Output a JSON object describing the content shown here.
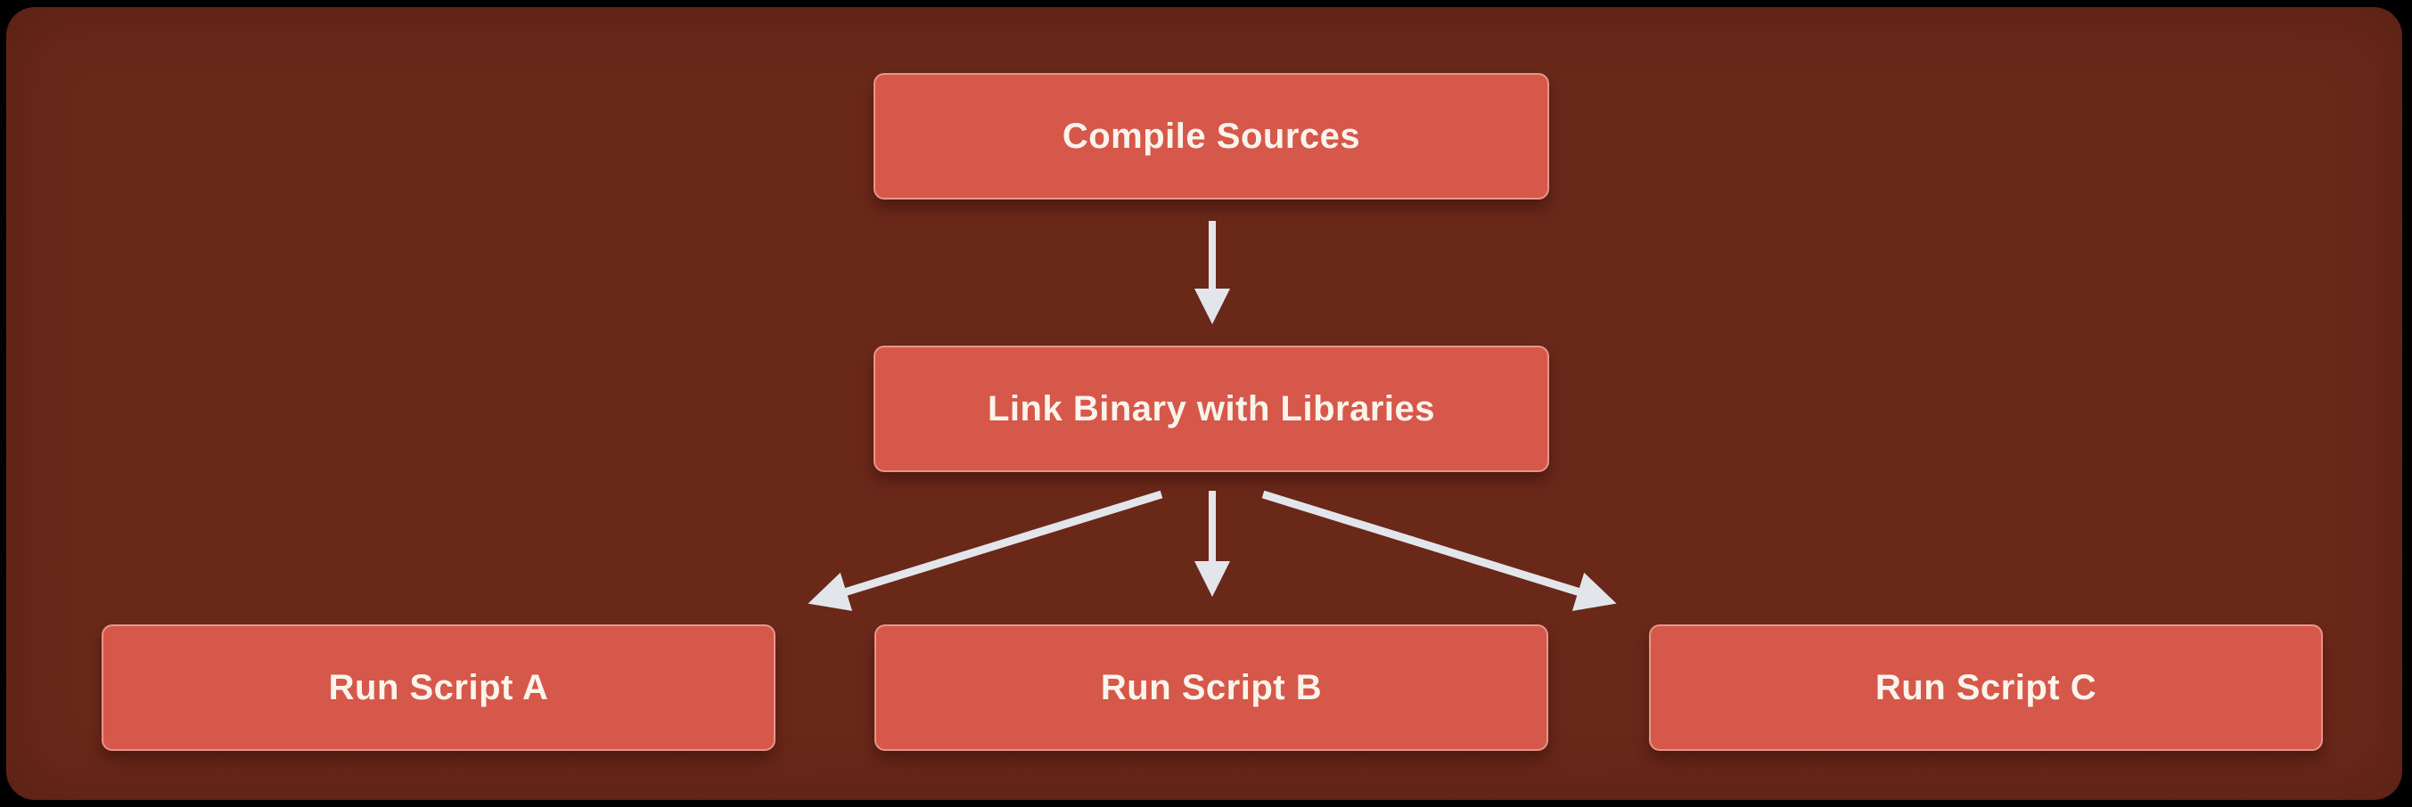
{
  "diagram": {
    "nodes": [
      {
        "id": "compile-sources",
        "label": "Compile Sources"
      },
      {
        "id": "link-binary",
        "label": "Link Binary with Libraries"
      },
      {
        "id": "run-script-a",
        "label": "Run Script A"
      },
      {
        "id": "run-script-b",
        "label": "Run Script B"
      },
      {
        "id": "run-script-c",
        "label": "Run Script C"
      }
    ],
    "edges": [
      {
        "from": "compile-sources",
        "to": "link-binary"
      },
      {
        "from": "link-binary",
        "to": "run-script-a"
      },
      {
        "from": "link-binary",
        "to": "run-script-b"
      },
      {
        "from": "link-binary",
        "to": "run-script-c"
      }
    ],
    "colors": {
      "page_bg": "#000000",
      "panel_bg": "#6A2819",
      "node_fill": "#D6584A",
      "node_border": "#F8D2C8",
      "node_text": "#FBF4EC",
      "arrow": "#E2E6EB"
    }
  }
}
